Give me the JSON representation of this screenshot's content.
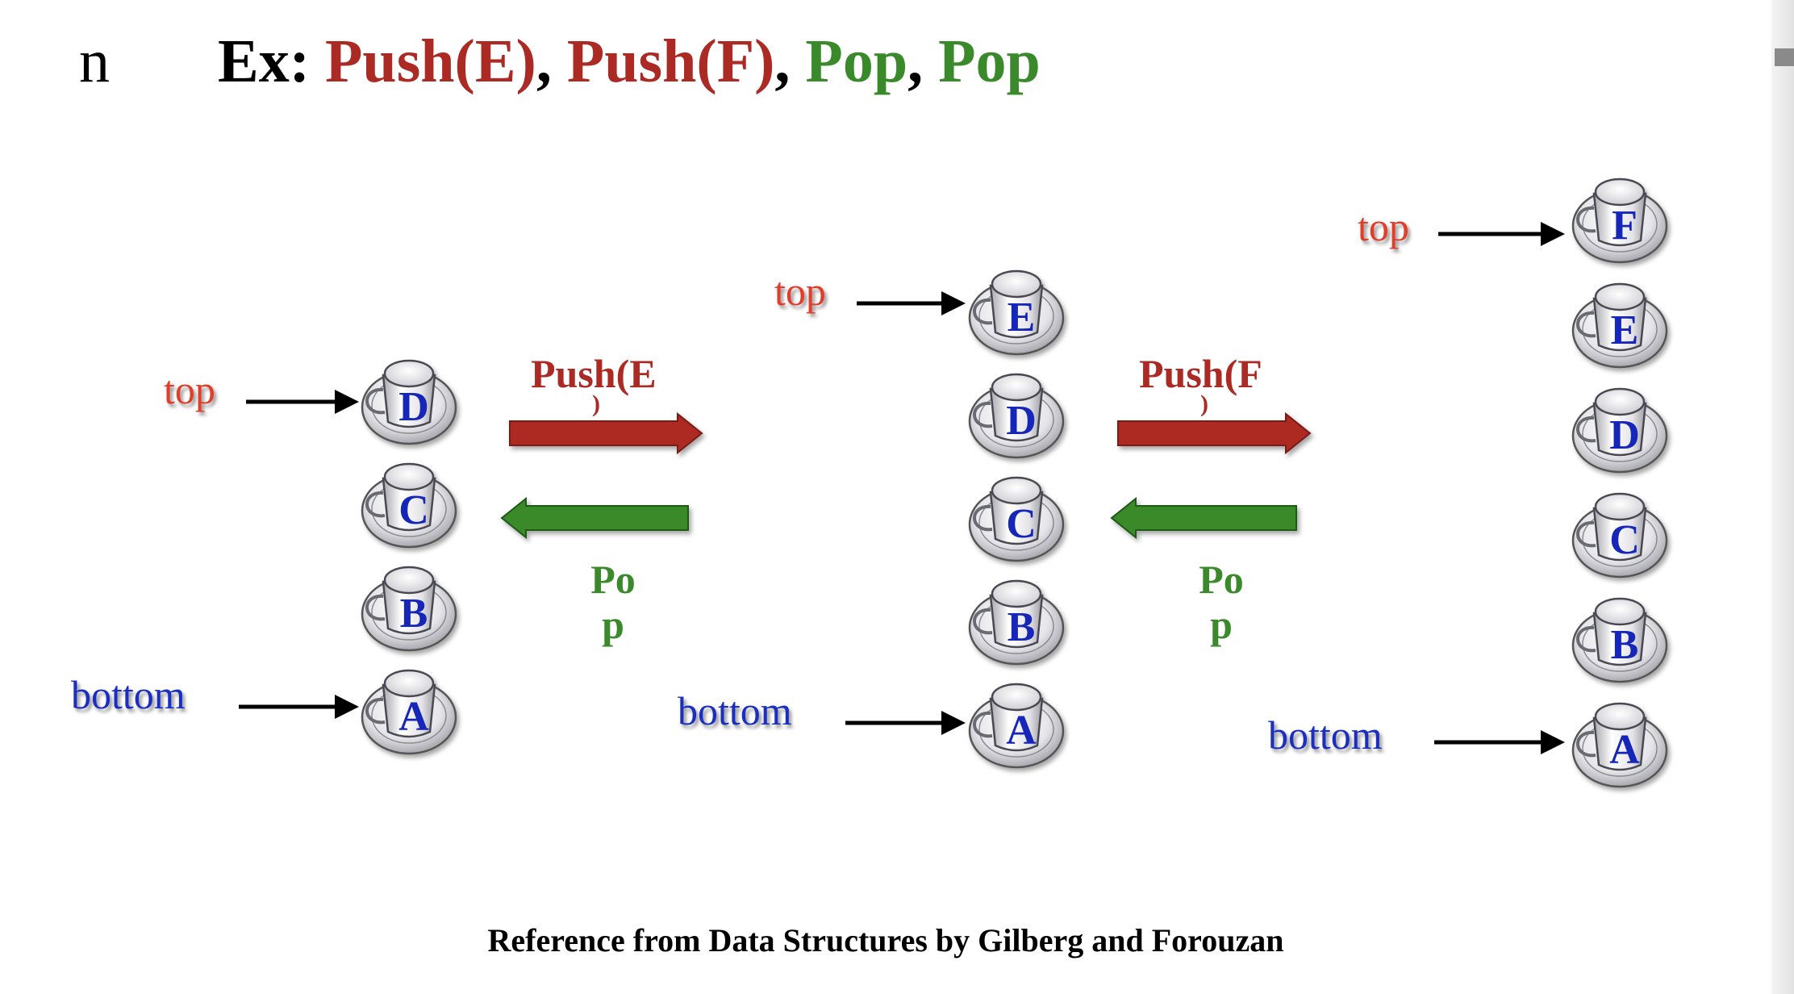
{
  "slide": {
    "bullet": "n",
    "heading": {
      "ex": "Ex:",
      "push_e": "Push(E)",
      "sep1": ", ",
      "push_f": "Push(F)",
      "sep2": ", ",
      "pop1": "Pop",
      "sep3": ", ",
      "pop2": "Pop"
    },
    "caption": "Reference from Data Structures by  Gilberg and Forouzan"
  },
  "stacks": [
    {
      "items": [
        "A",
        "B",
        "C",
        "D"
      ],
      "top_label": "top",
      "bottom_label": "bottom"
    },
    {
      "items": [
        "A",
        "B",
        "C",
        "D",
        "E"
      ],
      "top_label": "top",
      "bottom_label": "bottom"
    },
    {
      "items": [
        "A",
        "B",
        "C",
        "D",
        "E",
        "F"
      ],
      "top_label": "top",
      "bottom_label": "bottom"
    }
  ],
  "operations": [
    {
      "push_label": "Push(E",
      "push_suffix": ")",
      "pop_label_1": "Po",
      "pop_label_2": "p"
    },
    {
      "push_label": "Push(F",
      "push_suffix": ")",
      "pop_label_1": "Po",
      "pop_label_2": "p"
    }
  ],
  "colors": {
    "push": "#ac2a24",
    "pop": "#3a8a2b",
    "top_label": "#e23c2a",
    "bottom_label": "#1a2fc2",
    "cup_letter": "#1428b8"
  }
}
